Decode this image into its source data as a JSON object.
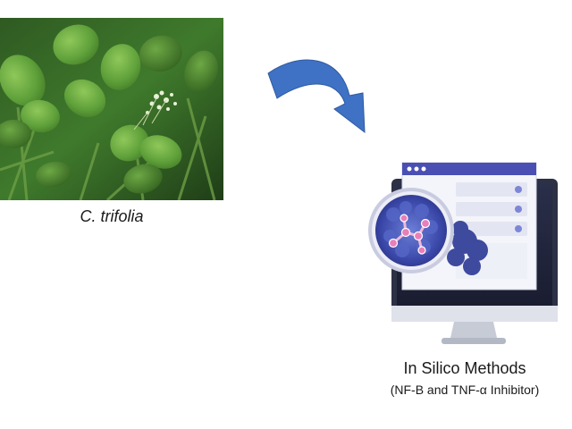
{
  "plant": {
    "caption": "C. trifolia",
    "photo_icon": "plant-leaves-photo"
  },
  "flow": {
    "arrow_color": "#3f72c4",
    "arrow_icon": "curved-arrow-icon"
  },
  "method": {
    "title": "In Silico Methods",
    "subtitle": "(NF-B and TNF-α Inhibitor)",
    "illustration_icon": "computer-monitor-molecule-icon",
    "accent_color": "#4a4fb3"
  }
}
